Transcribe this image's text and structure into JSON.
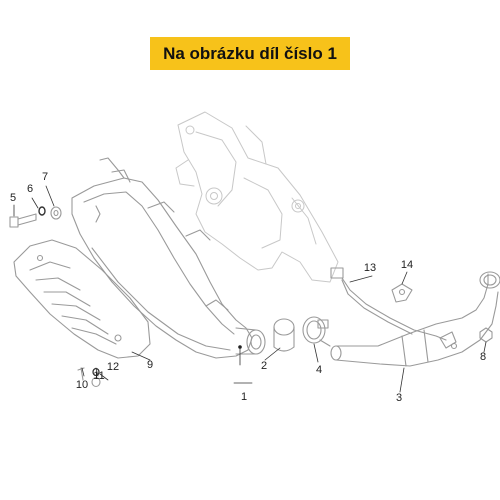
{
  "banner": {
    "text": "Na obrázku díl číslo 1",
    "background": "#f7c21a"
  },
  "callouts": {
    "c1": "1",
    "c2": "2",
    "c3": "3",
    "c4": "4",
    "c5": "5",
    "c6": "6",
    "c7": "7",
    "c8": "8",
    "c9": "9",
    "c10": "10",
    "c11": "11",
    "c12": "12",
    "c13": "13",
    "c14": "14"
  }
}
